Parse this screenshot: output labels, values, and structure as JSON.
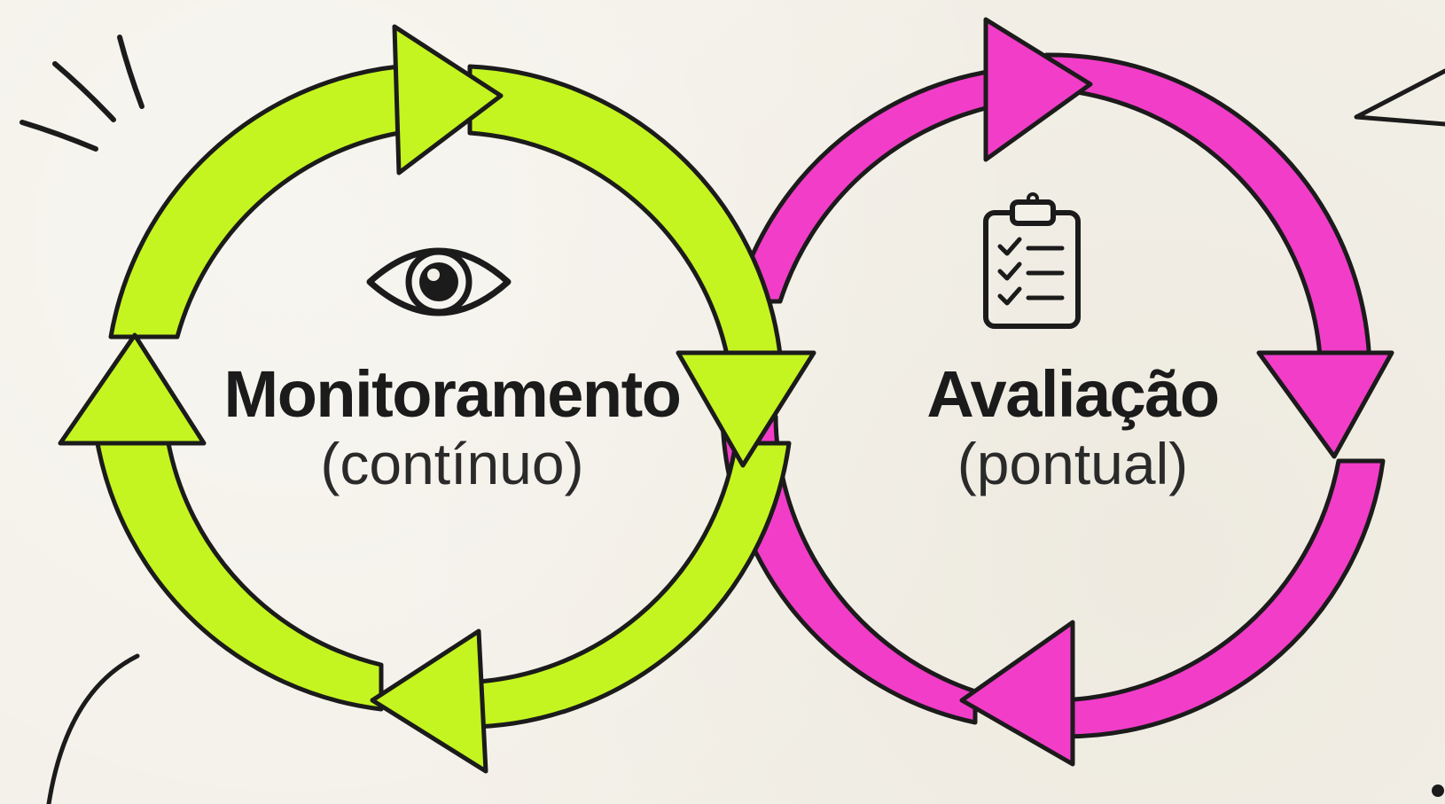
{
  "cycles": [
    {
      "title": "Monitoramento",
      "subtitle": "(contínuo)",
      "icon": "eye-icon",
      "color": "#c4f520"
    },
    {
      "title": "Avaliação",
      "subtitle": "(pontual)",
      "icon": "clipboard-checklist-icon",
      "color": "#f23dc8"
    }
  ],
  "colors": {
    "background": "#f3f0e8",
    "outline": "#1b1b1b",
    "text": "#1b1b1b"
  }
}
